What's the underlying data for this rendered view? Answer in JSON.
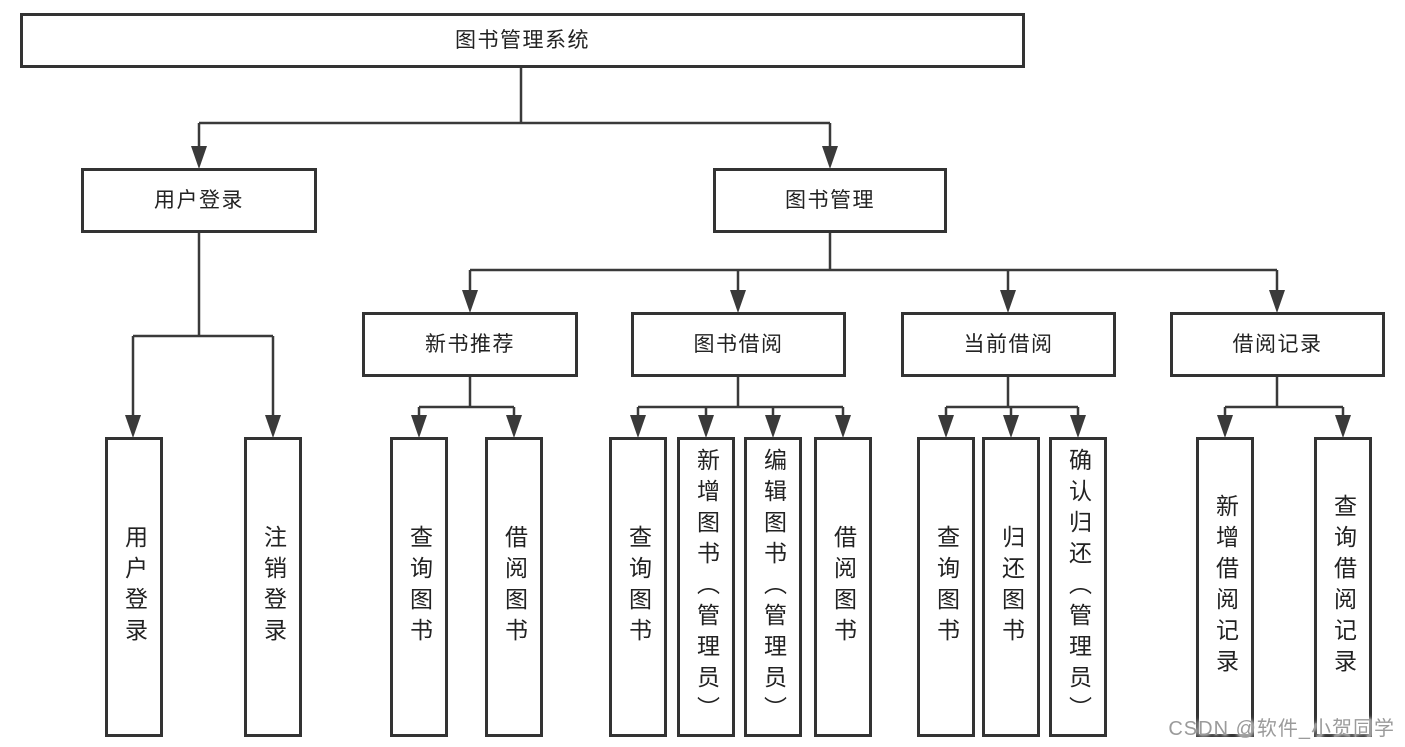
{
  "tree": {
    "label": "图书管理系统",
    "children": [
      {
        "label": "用户登录",
        "children": [
          {
            "label": "用户登录"
          },
          {
            "label": "注销登录"
          }
        ]
      },
      {
        "label": "图书管理",
        "children": [
          {
            "label": "新书推荐",
            "children": [
              {
                "label": "查询图书"
              },
              {
                "label": "借阅图书"
              }
            ]
          },
          {
            "label": "图书借阅",
            "children": [
              {
                "label": "查询图书"
              },
              {
                "label": "新增图书（管理员）"
              },
              {
                "label": "编辑图书（管理员）"
              },
              {
                "label": "借阅图书"
              }
            ]
          },
          {
            "label": "当前借阅",
            "children": [
              {
                "label": "查询图书"
              },
              {
                "label": "归还图书"
              },
              {
                "label": "确认归还（管理员）"
              }
            ]
          },
          {
            "label": "借阅记录",
            "children": [
              {
                "label": "新增借阅记录"
              },
              {
                "label": "查询借阅记录"
              }
            ]
          }
        ]
      }
    ]
  },
  "watermark": {
    "text": "CSDN @软件_小贺同学"
  },
  "colors": {
    "line": "#3a3a3a",
    "border": "#333333",
    "text": "#222222",
    "watermark": "#9b9b9b",
    "background": "#ffffff"
  }
}
